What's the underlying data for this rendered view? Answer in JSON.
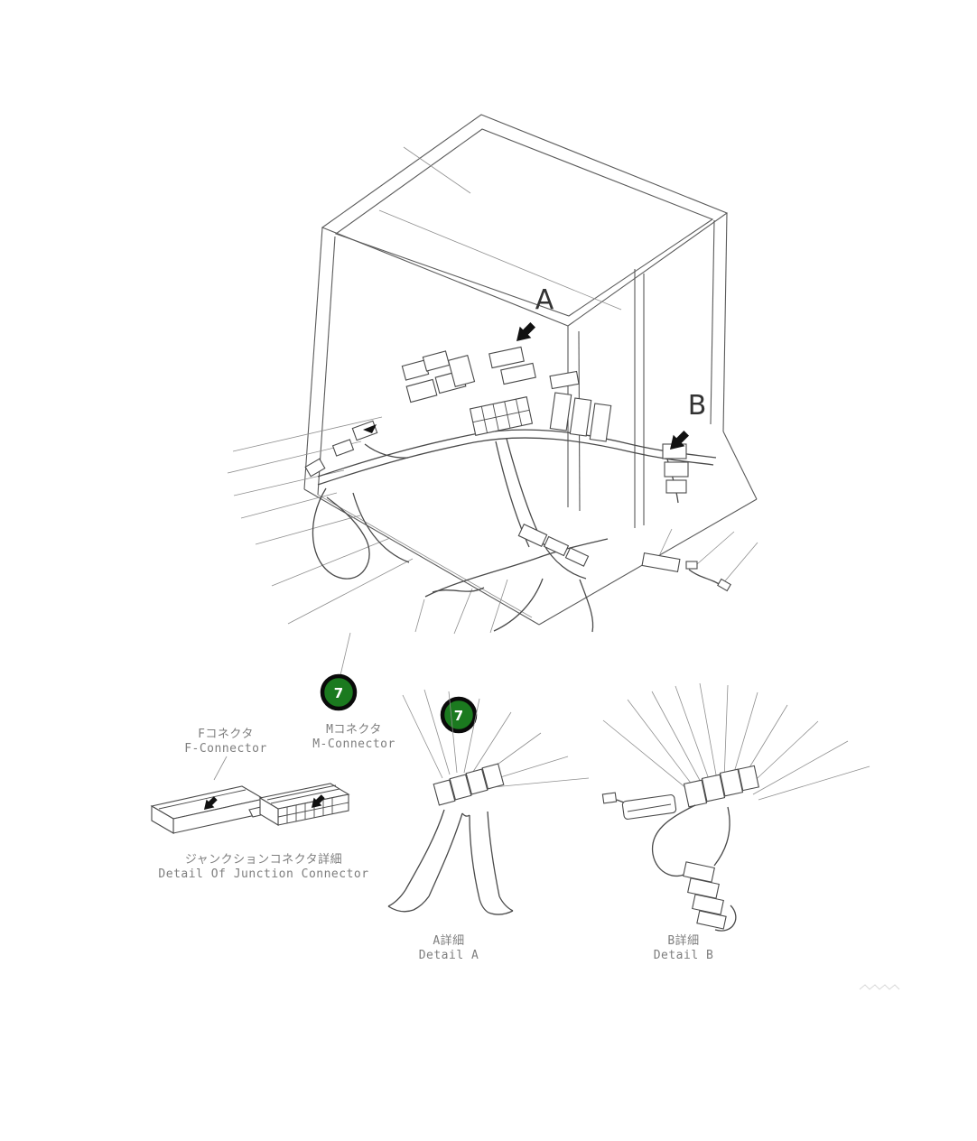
{
  "document": {
    "background": "#ffffff",
    "type": "parts-catalog-wiring-diagram"
  },
  "colors": {
    "line": "#5a5a5a",
    "thin_line": "#8f8f8f",
    "text_gray": "#7e7e7e",
    "label_dark": "#333333",
    "balloon_fill": "#1b7a1f",
    "balloon_ring": "#0a0a0a",
    "balloon_text": "#ffffff"
  },
  "main_view": {
    "label_a": "A",
    "label_b": "B"
  },
  "balloons": {
    "first": "7",
    "second": "7"
  },
  "detail_junction": {
    "f_connector_jp": "Fコネクタ",
    "f_connector_en": "F-Connector",
    "m_connector_jp": "Mコネクタ",
    "m_connector_en": "M-Connector",
    "caption_jp": "ジャンクションコネクタ詳細",
    "caption_en": "Detail Of Junction Connector"
  },
  "detail_a": {
    "caption_jp": "A詳細",
    "caption_en": "Detail A"
  },
  "detail_b": {
    "caption_jp": "B詳細",
    "caption_en": "Detail B"
  }
}
